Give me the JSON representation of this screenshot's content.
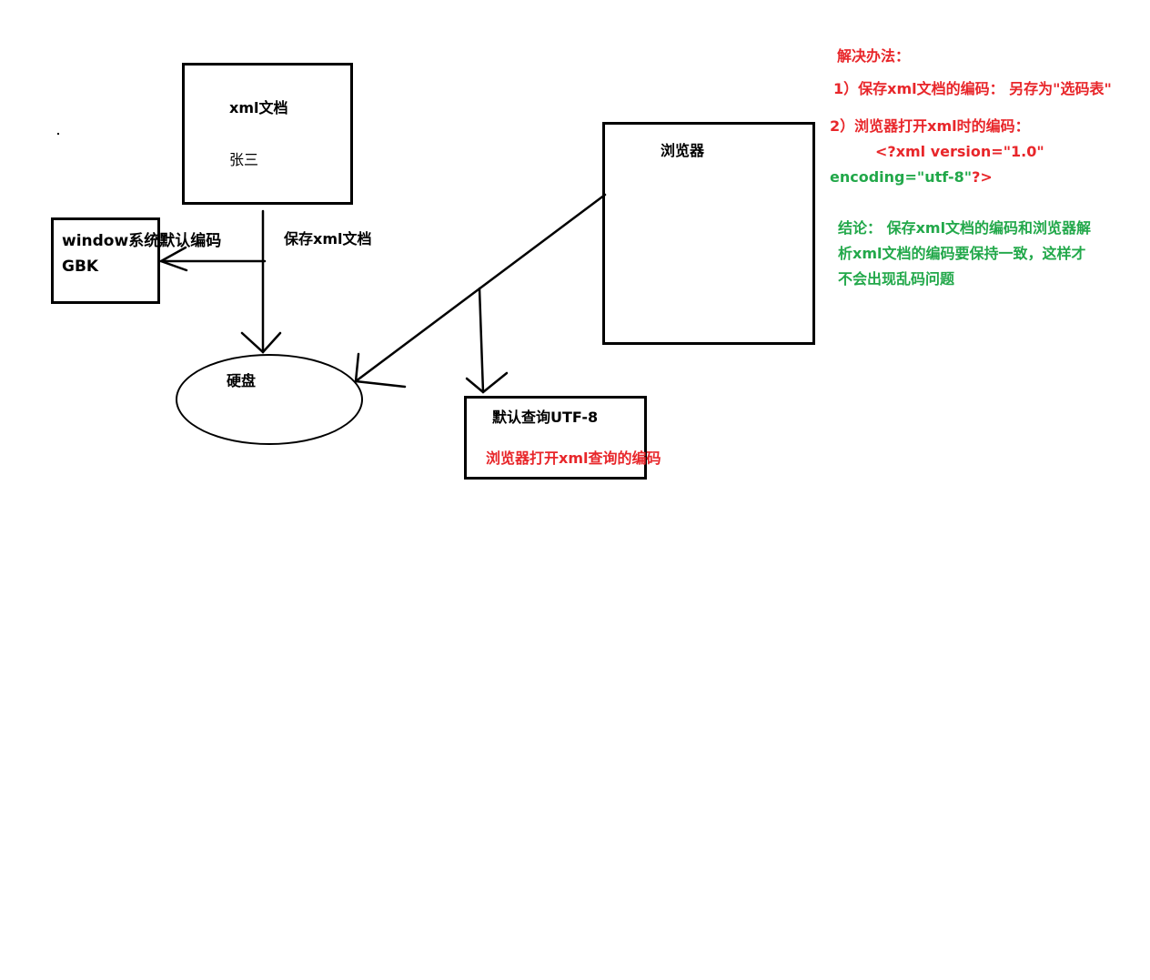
{
  "colors": {
    "ink": "#000000",
    "red": "#e8262a",
    "green": "#22a84a"
  },
  "nodes": {
    "xml_doc": {
      "title": "xml文档",
      "content": "张三"
    },
    "windows": {
      "line1": "window系统默认编码",
      "line2": "GBK"
    },
    "disk": {
      "label": "硬盘"
    },
    "browser": {
      "label": "浏览器"
    },
    "default_query": {
      "title": "默认查询UTF-8",
      "note": "浏览器打开xml查询的编码"
    }
  },
  "edges": {
    "save_label": "保存xml文档"
  },
  "solution": {
    "heading": "解决办法：",
    "item1": "1）保存xml文档的编码： 另存为\"选码表\"",
    "item2": "2）浏览器打开xml时的编码：",
    "item2_code_a": "<?xml version=\"1.0\"",
    "item2_code_b_green": "encoding=\"utf-8\"",
    "item2_code_b_red": "?>"
  },
  "conclusion": {
    "line1": "结论： 保存xml文档的编码和浏览器解",
    "line2": "析xml文档的编码要保持一致，这样才",
    "line3": "不会出现乱码问题"
  }
}
